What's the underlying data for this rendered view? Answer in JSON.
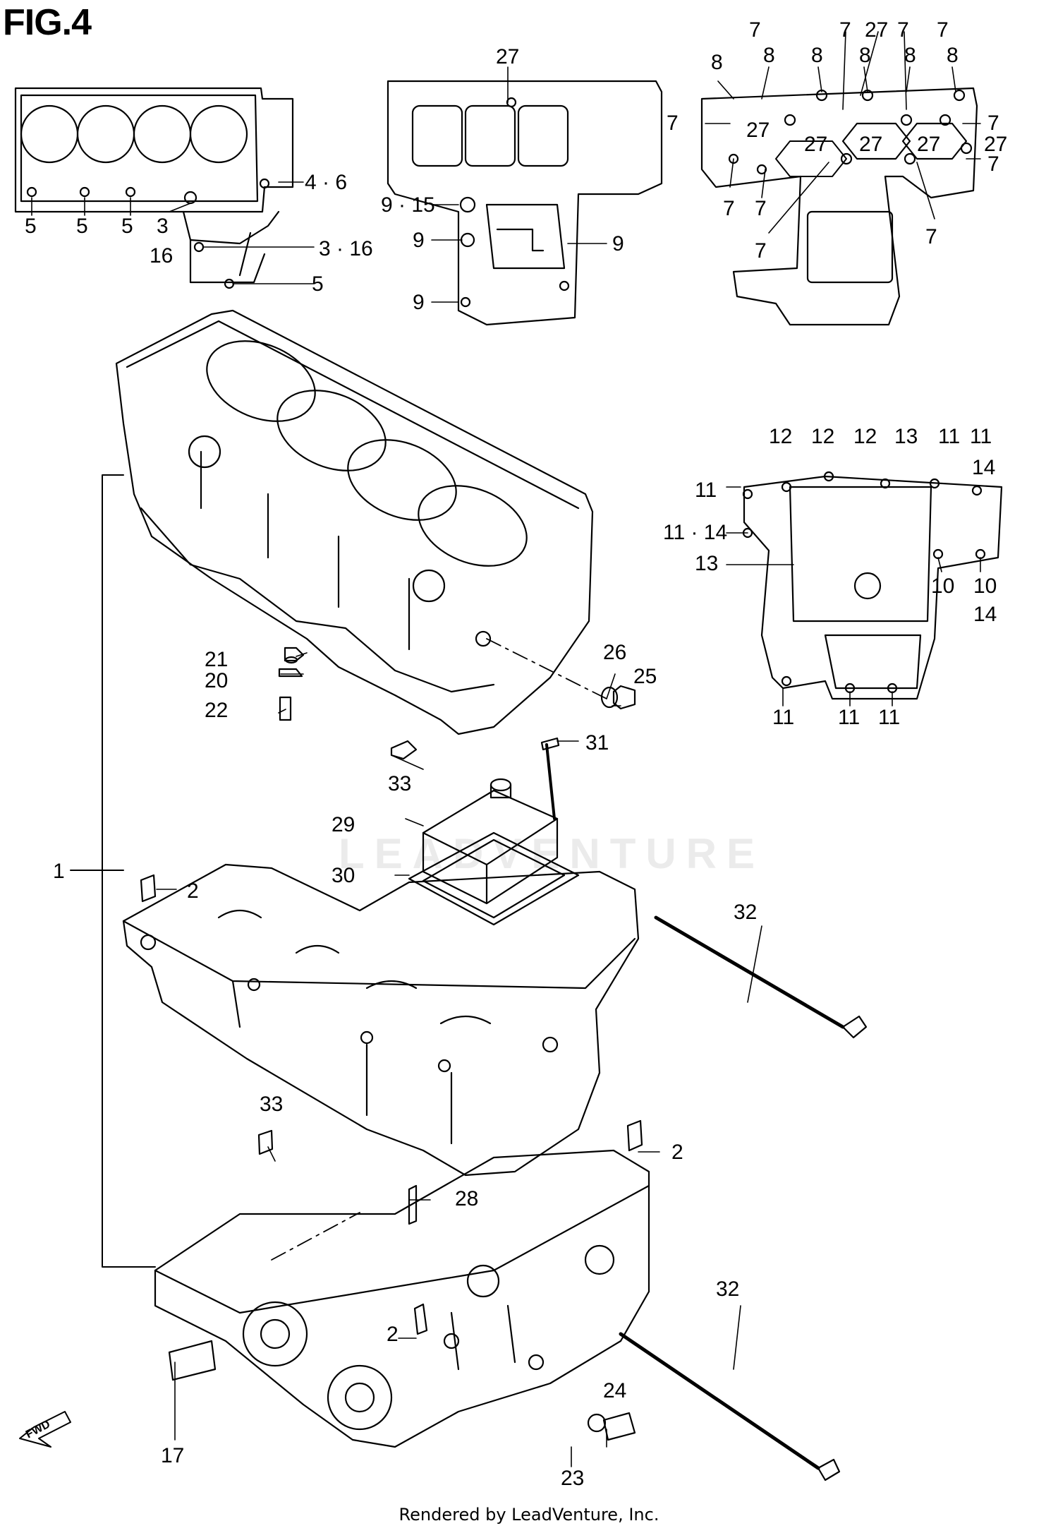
{
  "figure": {
    "title": "FIG.4",
    "footer": "Rendered by LeadVenture, Inc.",
    "watermark": "LEADVENTURE",
    "fwd_label": "FWD"
  },
  "callouts": {
    "n1": "1",
    "n2": "2",
    "n3": "3",
    "n3_16": "3 · 16",
    "n4_6": "4 · 6",
    "n5": "5",
    "n7": "7",
    "n8": "8",
    "n9": "9",
    "n9_15": "9 · 15",
    "n10": "10",
    "n11": "11",
    "n11_14": "11 · 14",
    "n12": "12",
    "n13": "13",
    "n14": "14",
    "n16": "16",
    "n17": "17",
    "n20": "20",
    "n21": "21",
    "n22": "22",
    "n23": "23",
    "n24": "24",
    "n25": "25",
    "n26": "26",
    "n27": "27",
    "n28": "28",
    "n29": "29",
    "n30": "30",
    "n31": "31",
    "n32": "32",
    "n33": "33"
  },
  "colors": {
    "line": "#000000",
    "paper": "#ffffff",
    "watermark": "#ebebeb"
  }
}
